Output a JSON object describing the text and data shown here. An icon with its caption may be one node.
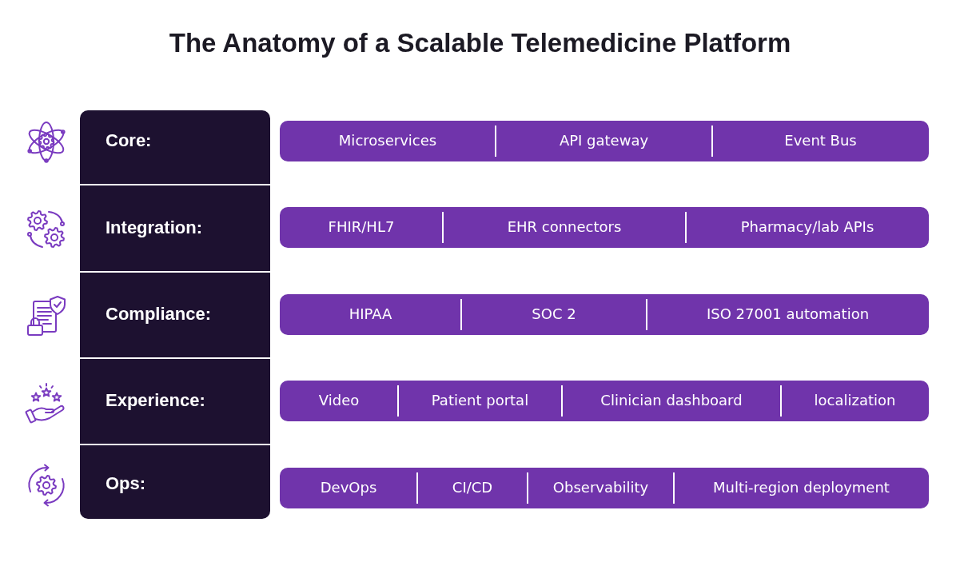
{
  "diagram": {
    "title": "The Anatomy of a Scalable Telemedicine Platform",
    "nodes": [
      {
        "text": [
          "Core:"
        ]
      },
      {
        "text": [
          "Microservices",
          "API gateway",
          "Event Bus"
        ]
      },
      {
        "text": [
          "Integration:"
        ]
      },
      {
        "text": [
          "FHIR/HL7",
          "EHR connectors",
          "Pharmacy/lab APIs"
        ]
      },
      {
        "text": [
          "Compliance:"
        ]
      },
      {
        "text": [
          "HIPAA",
          "SOC 2",
          "ISO 27001 automation"
        ]
      },
      {
        "text": [
          "Experience:"
        ]
      },
      {
        "text": [
          "Video",
          "Patient portal",
          "Clinician dashboard",
          "localization"
        ]
      },
      {
        "text": [
          "Ops:"
        ]
      },
      {
        "text": [
          "DevOps",
          "CI/CD",
          "Observability",
          "Multi-region deployment"
        ]
      }
    ]
  }
}
